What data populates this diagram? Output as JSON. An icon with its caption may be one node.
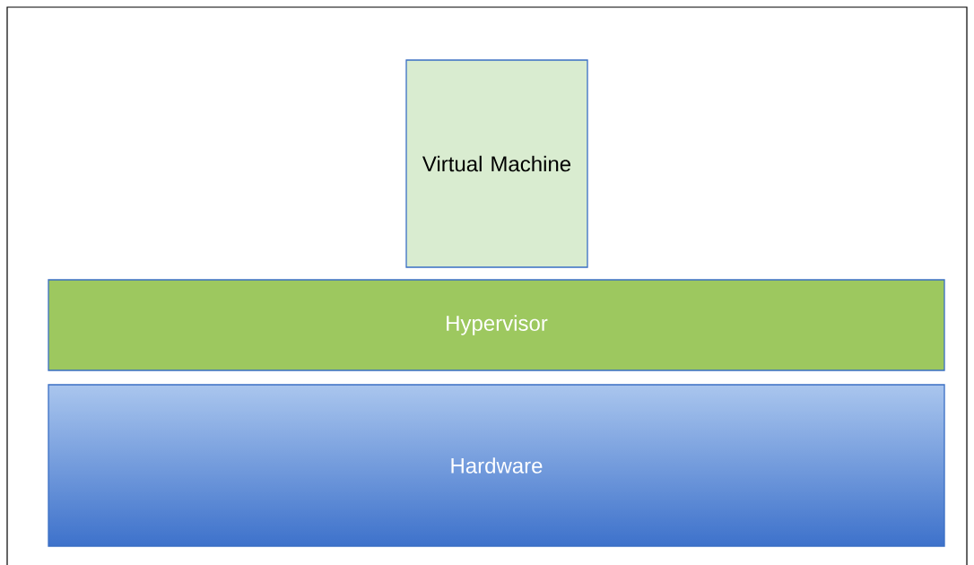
{
  "diagram": {
    "nodes": [
      {
        "text": [
          "Virtual Machine"
        ]
      },
      {
        "text": [
          "Hypervisor"
        ]
      },
      {
        "text": [
          "Hardware"
        ]
      }
    ]
  }
}
